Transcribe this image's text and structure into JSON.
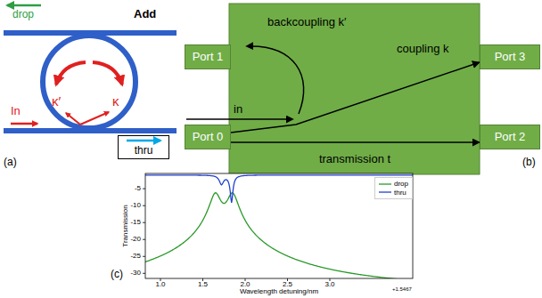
{
  "diagram": {
    "nodes": [
      {
        "text": [
          "thru"
        ]
      },
      {
        "text": [
          "Port 1"
        ]
      },
      {
        "text": [
          "Port 0"
        ]
      },
      {
        "text": [
          "Port 3"
        ]
      },
      {
        "text": [
          "Port 2"
        ]
      }
    ],
    "edges": [
      {
        "from": 2,
        "to": 3,
        "arrow": "to",
        "label": "coupling k"
      },
      {
        "from": 2,
        "to": 4,
        "arrow": "to",
        "label": "transmission t"
      }
    ],
    "labels": [
      "drop",
      "Add",
      "In",
      "κ′",
      "κ",
      "(a)",
      "backcoupling k′",
      "in",
      "(b)",
      "(c)",
      "Transmission",
      "Wavelength detuning/nm",
      "-5",
      "-10",
      "-15",
      "-20",
      "-25",
      "-30",
      "1.0",
      "1.5",
      "2.0",
      "2.5",
      "3.0",
      "+1.5467"
    ],
    "legend": [
      {
        "text": "drop"
      },
      {
        "text": "thru"
      }
    ]
  }
}
